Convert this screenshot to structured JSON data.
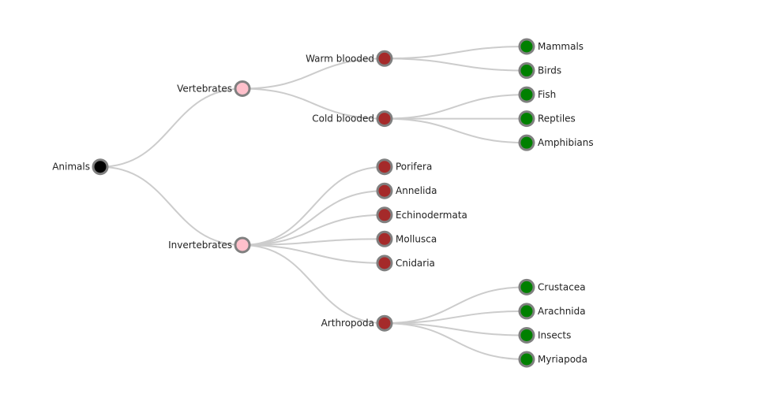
{
  "colors": {
    "link": "#cccccc",
    "node_stroke": "#808080",
    "root_fill": "#000000",
    "level1_fill": "#ffc0cb",
    "level2_fill": "#a52a2a",
    "leaf_fill": "#008000"
  },
  "tree": {
    "name": "Animals",
    "children": [
      {
        "name": "Vertebrates",
        "children": [
          {
            "name": "Warm blooded",
            "children": [
              {
                "name": "Mammals"
              },
              {
                "name": "Birds"
              }
            ]
          },
          {
            "name": "Cold blooded",
            "children": [
              {
                "name": "Fish"
              },
              {
                "name": "Reptiles"
              },
              {
                "name": "Amphibians"
              }
            ]
          }
        ]
      },
      {
        "name": "Invertebrates",
        "children": [
          {
            "name": "Porifera"
          },
          {
            "name": "Annelida"
          },
          {
            "name": "Echinodermata"
          },
          {
            "name": "Mollusca"
          },
          {
            "name": "Cnidaria"
          },
          {
            "name": "Arthropoda",
            "children": [
              {
                "name": "Crustacea"
              },
              {
                "name": "Arachnida"
              },
              {
                "name": "Insects"
              },
              {
                "name": "Myriapoda"
              }
            ]
          }
        ]
      }
    ]
  }
}
